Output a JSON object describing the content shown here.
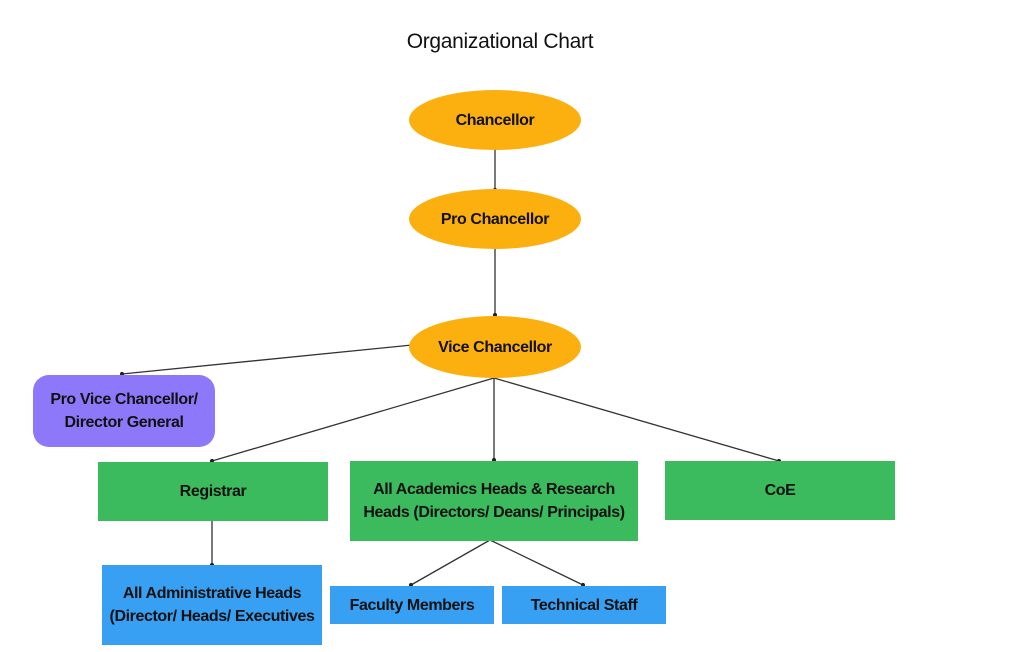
{
  "title": "Organizational Chart",
  "colors": {
    "executive": "#fcb010",
    "pro_vice": "#8e78fa",
    "heads": "#3bba5e",
    "staff": "#38a0f2",
    "connector": "#333333"
  },
  "nodes": {
    "chancellor": "Chancellor",
    "pro_chancellor": "Pro Chancellor",
    "vice_chancellor": "Vice Chancellor",
    "pro_vice_chancellor": "Pro Vice Chancellor/ Director General",
    "registrar": "Registrar",
    "academic_heads": "All Academics Heads & Research Heads (Directors/ Deans/ Principals)",
    "coe": "CoE",
    "administrative_heads": "All Administrative Heads (Director/ Heads/ Executives",
    "faculty_members": "Faculty Members",
    "technical_staff": "Technical Staff"
  },
  "edges": [
    {
      "from": "chancellor",
      "to": "pro_chancellor"
    },
    {
      "from": "pro_chancellor",
      "to": "vice_chancellor"
    },
    {
      "from": "vice_chancellor",
      "to": "pro_vice_chancellor"
    },
    {
      "from": "vice_chancellor",
      "to": "registrar"
    },
    {
      "from": "vice_chancellor",
      "to": "academic_heads"
    },
    {
      "from": "vice_chancellor",
      "to": "coe"
    },
    {
      "from": "registrar",
      "to": "administrative_heads"
    },
    {
      "from": "academic_heads",
      "to": "faculty_members"
    },
    {
      "from": "academic_heads",
      "to": "technical_staff"
    }
  ]
}
